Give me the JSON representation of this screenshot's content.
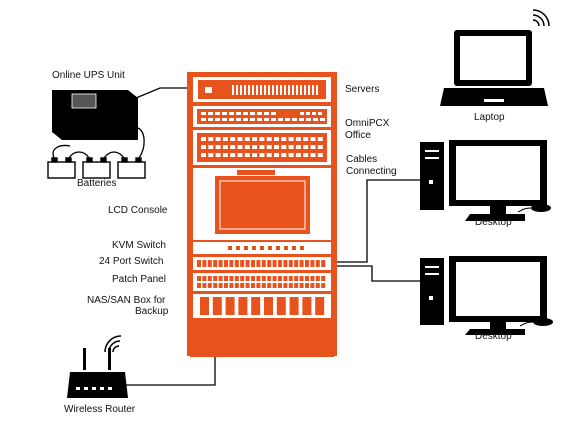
{
  "labels": {
    "online_ups": "Online UPS Unit",
    "batteries": "Batteries",
    "servers": "Servers",
    "omnipcx_line1": "OmniPCX",
    "omnipcx_line2": "Office",
    "cables_line1": "Cables",
    "cables_line2": "Connecting",
    "lcd_console": "LCD Console",
    "kvm_switch": "KVM Switch",
    "port_switch": "24 Port Switch",
    "patch_panel": "Patch Panel",
    "nas_line1": "NAS/SAN Box for",
    "nas_line2": "Backup",
    "laptop": "Laptop",
    "desktop_top": "Desktop",
    "desktop_bottom": "Desktop",
    "wireless_router": "Wireless Router"
  },
  "colors": {
    "rack_orange": "#e8521c",
    "device_black": "#000000",
    "line": "#000000"
  },
  "icons": [
    "ups-icon",
    "battery-icon",
    "server-rack-icon",
    "laptop-icon",
    "desktop-icon",
    "wireless-router-icon",
    "wifi-icon"
  ]
}
